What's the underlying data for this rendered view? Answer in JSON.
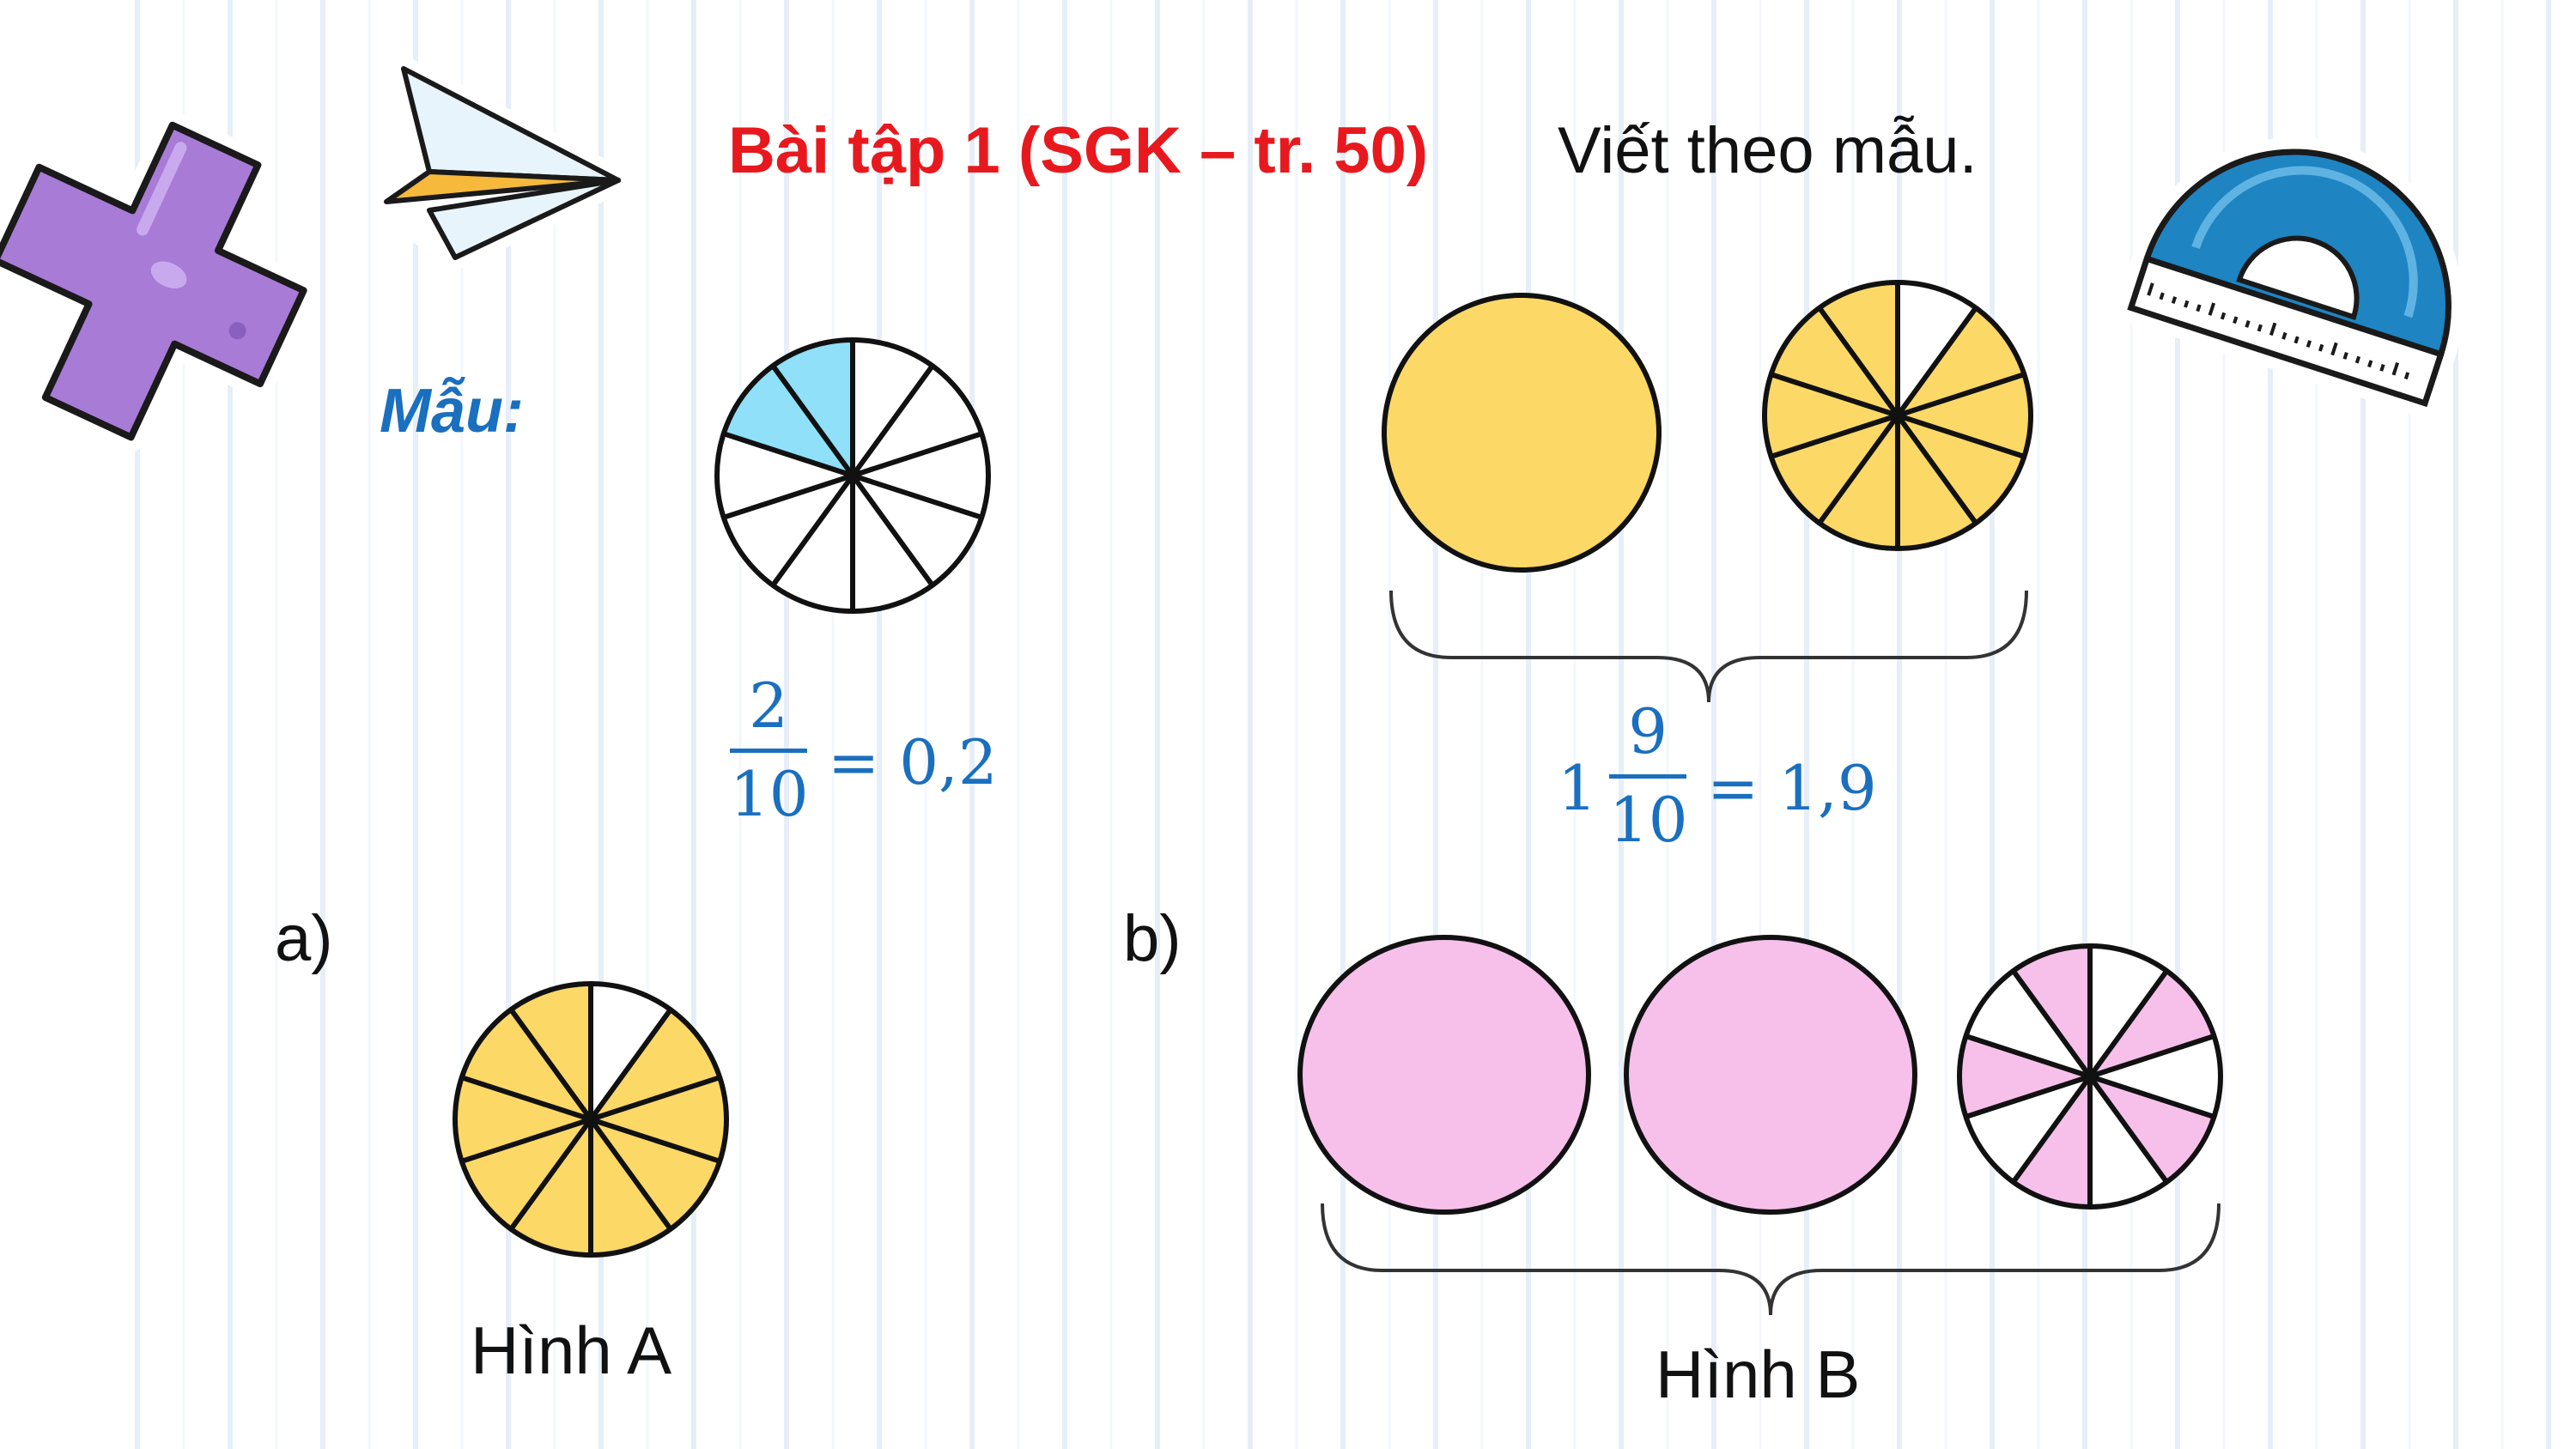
{
  "header": {
    "title": "Bài tập 1 (SGK – tr. 50)",
    "instruction": "Viết theo mẫu."
  },
  "sample": {
    "label": "Mẫu:",
    "circle_parts": 10,
    "circle_shaded": 2,
    "fraction": {
      "numerator": "2",
      "denominator": "10",
      "equals": "= 0,2"
    }
  },
  "mixed_example": {
    "whole_circles": 1,
    "partial_parts": 10,
    "partial_shaded": 9,
    "whole_number": "1",
    "fraction": {
      "numerator": "9",
      "denominator": "10",
      "equals": "= 1,9"
    }
  },
  "exercise_a": {
    "label": "a)",
    "circle_parts": 10,
    "circle_shaded": 9,
    "caption": "Hình A"
  },
  "exercise_b": {
    "label": "b)",
    "whole_circles": 2,
    "partial_parts": 10,
    "partial_shaded": 5,
    "caption": "Hình B"
  },
  "colors": {
    "title_red": "#e8191e",
    "math_blue": "#1a6fbf",
    "sample_shade": "#8fe0f8",
    "yellow": "#fcd867",
    "pink": "#f6c0eb",
    "outline": "#111111",
    "grid_line": "#e6eef8"
  },
  "decorations": [
    "plus-sticker-icon",
    "paper-plane-icon",
    "protractor-icon"
  ]
}
